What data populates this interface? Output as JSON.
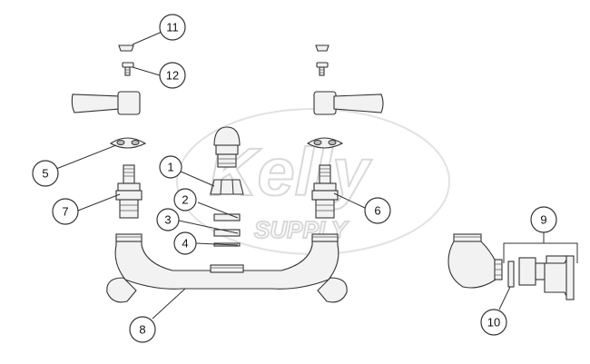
{
  "watermark": {
    "text": "Kelly",
    "subtext": "SUPPLY"
  },
  "callouts": [
    {
      "label": "1",
      "part": "bonnet-nut"
    },
    {
      "label": "2",
      "part": "washer-upper"
    },
    {
      "label": "3",
      "part": "washer-middle"
    },
    {
      "label": "4",
      "part": "washer-lower"
    },
    {
      "label": "5",
      "part": "index-button-left"
    },
    {
      "label": "6",
      "part": "cartridge-right"
    },
    {
      "label": "7",
      "part": "cartridge-left"
    },
    {
      "label": "8",
      "part": "faucet-body"
    },
    {
      "label": "9",
      "part": "wall-flange-assembly"
    },
    {
      "label": "10",
      "part": "eccentric-washer"
    },
    {
      "label": "11",
      "part": "index-cap"
    },
    {
      "label": "12",
      "part": "handle-screw"
    }
  ],
  "colors": {
    "line": "#333333",
    "fill": "#f2f2f2",
    "watermark": "#d9d9d9"
  }
}
